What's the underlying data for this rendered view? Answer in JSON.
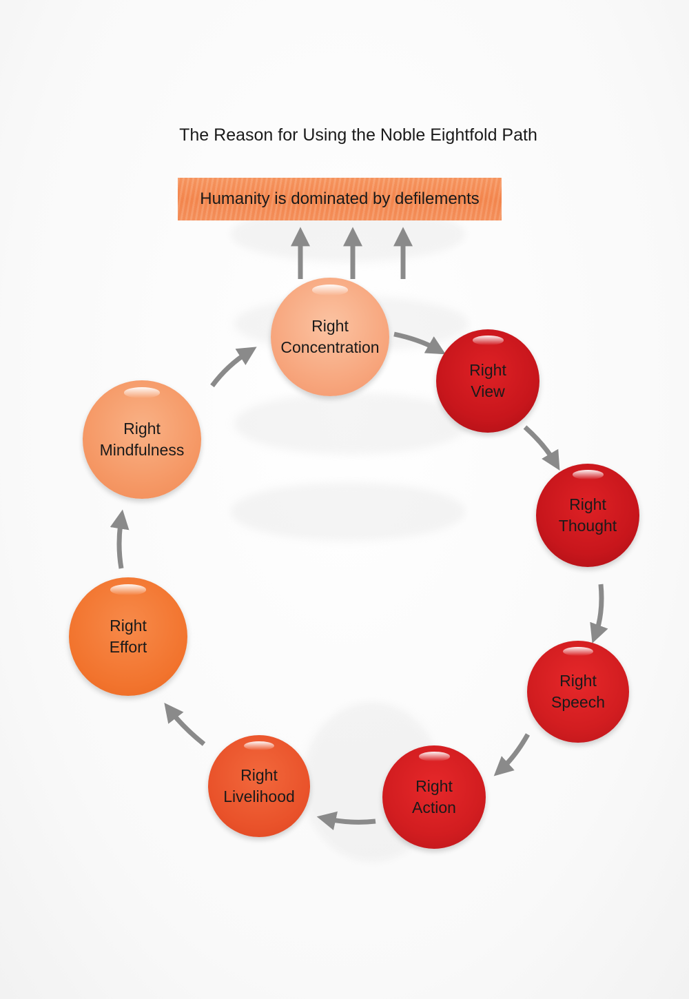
{
  "title": "The Reason for Using the Noble Eightfold Path",
  "banner": "Humanity is dominated by defilements",
  "nodes": [
    {
      "id": "concentration",
      "line1": "Right",
      "line2": "Concentration",
      "color": "#f8b18b"
    },
    {
      "id": "view",
      "line1": "Right",
      "line2": "View",
      "color": "#c8161c"
    },
    {
      "id": "thought",
      "line1": "Right",
      "line2": "Thought",
      "color": "#c8161c"
    },
    {
      "id": "speech",
      "line1": "Right",
      "line2": "Speech",
      "color": "#d21d20"
    },
    {
      "id": "action",
      "line1": "Right",
      "line2": "Action",
      "color": "#d21d20"
    },
    {
      "id": "livelihood",
      "line1": "Right",
      "line2": "Livelihood",
      "color": "#e9522a"
    },
    {
      "id": "effort",
      "line1": "Right",
      "line2": "Effort",
      "color": "#f2742e"
    },
    {
      "id": "mindfulness",
      "line1": "Right",
      "line2": "Mindfulness",
      "color": "#f59764"
    }
  ],
  "arrow_color": "#8a8a8a"
}
